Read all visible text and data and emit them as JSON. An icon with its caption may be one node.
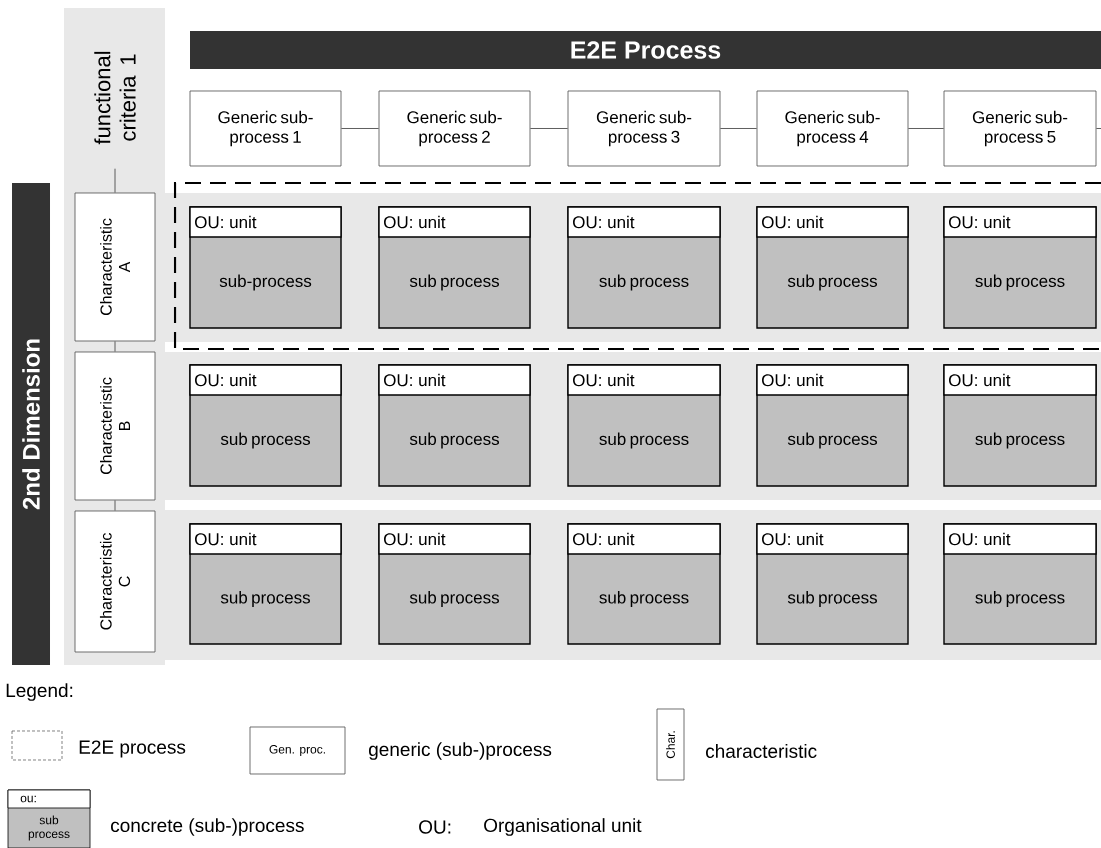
{
  "diagram": {
    "nodes": [
      {
        "text": [
          "2nd Dimension"
        ]
      },
      {
        "text": [
          "functional criteria 1"
        ]
      },
      {
        "text": [
          "E2E Process"
        ]
      },
      {
        "text": [
          "Generic sub- process 1"
        ]
      },
      {
        "text": [
          "Generic sub- process 2"
        ]
      },
      {
        "text": [
          "Generic sub- process 3"
        ]
      },
      {
        "text": [
          "Generic sub- process 4"
        ]
      },
      {
        "text": [
          "Generic sub- process 5"
        ]
      },
      {
        "text": [
          "Characteristic A"
        ]
      },
      {
        "text": [
          "Characteristic B"
        ]
      },
      {
        "text": [
          "Characteristic C"
        ]
      },
      {
        "text": [
          "OU: unit",
          "sub-process"
        ]
      },
      {
        "text": [
          "OU: unit",
          "sub process"
        ]
      },
      {
        "text": [
          "OU: unit",
          "sub process"
        ]
      },
      {
        "text": [
          "OU: unit",
          "sub process"
        ]
      },
      {
        "text": [
          "OU: unit",
          "sub process"
        ]
      },
      {
        "text": [
          "OU: unit",
          "sub process"
        ]
      },
      {
        "text": [
          "OU: unit",
          "sub process"
        ]
      },
      {
        "text": [
          "OU: unit",
          "sub process"
        ]
      },
      {
        "text": [
          "OU: unit",
          "sub process"
        ]
      },
      {
        "text": [
          "OU: unit",
          "sub process"
        ]
      },
      {
        "text": [
          "OU: unit",
          "sub process"
        ]
      },
      {
        "text": [
          "OU: unit",
          "sub process"
        ]
      },
      {
        "text": [
          "OU: unit",
          "sub process"
        ]
      },
      {
        "text": [
          "OU: unit",
          "sub process"
        ]
      },
      {
        "text": [
          "OU: unit",
          "sub process"
        ]
      },
      {
        "text": [
          "Gen. proc."
        ]
      },
      {
        "text": [
          "Char."
        ]
      },
      {
        "text": [
          "ou:",
          "sub process"
        ]
      }
    ],
    "edges": [
      {
        "from": 3,
        "to": 4,
        "arrow": "none"
      },
      {
        "from": 4,
        "to": 5,
        "arrow": "none"
      },
      {
        "from": 5,
        "to": 6,
        "arrow": "none"
      },
      {
        "from": 6,
        "to": 7,
        "arrow": "none"
      },
      {
        "from": 7,
        "to": null,
        "arrow": "none"
      },
      {
        "from": 1,
        "to": 8,
        "arrow": "none"
      },
      {
        "from": 8,
        "to": 9,
        "arrow": "none"
      },
      {
        "from": 9,
        "to": 10,
        "arrow": "none"
      }
    ],
    "labels": [
      "Legend:",
      "OU:",
      "Organisational unit"
    ],
    "legend": [
      {
        "text": "E2E process"
      },
      {
        "text": "generic (sub-)process"
      },
      {
        "text": "characteristic"
      },
      {
        "text": "concrete (sub-)process"
      }
    ]
  }
}
